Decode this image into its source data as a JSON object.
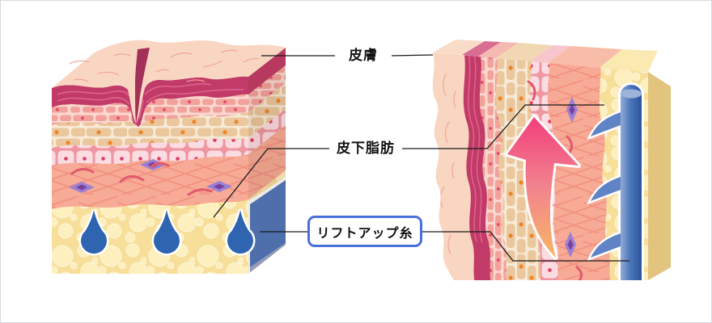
{
  "annotations": {
    "skin": {
      "label": "皮膚"
    },
    "fat": {
      "label": "皮下脂肪"
    },
    "thread": {
      "label": "リフトアップ糸"
    }
  },
  "colors": {
    "canvas_bg": "#ffffff",
    "canvas_border": "#d8dbde",
    "label_text": "#111111",
    "box_border": "#4a6fdc",
    "leader_line": "#1a1a1a",
    "surface": "#f9d6c1",
    "surface_line": "#efa49a",
    "stratum": "#c23a68",
    "stratum_hi": "#e06a92",
    "pink_mortar": "#fbd8d0",
    "pink_brick": "#f2a29b",
    "pink_dot": "#e5486e",
    "tan_mortar": "#f7ead6",
    "tan_brick": "#eac79c",
    "tan_dot": "#ef8426",
    "cell_bg": "#ef96a0",
    "cell_fill": "#fbdce2",
    "cell_dot": "#e23b60",
    "dermis": "#f7ab96",
    "dermis_line": "#ee8274",
    "dermis_squiggle": "#e25a6d",
    "fibro_outer": "#9c80d1",
    "fibro_inner": "#7a3f9f",
    "fat_bg": "#f7df99",
    "fat_bubble": "#fdefbe",
    "fat_side": "#eed187",
    "thread_blue": "#2e64b0",
    "thread_blue_mid": "#4d77bd",
    "thread_blue_light": "#9aa9c6",
    "arrow_top": "#f23f7c",
    "arrow_mid": "#f2838f",
    "arrow_bottom": "#f8b763"
  }
}
